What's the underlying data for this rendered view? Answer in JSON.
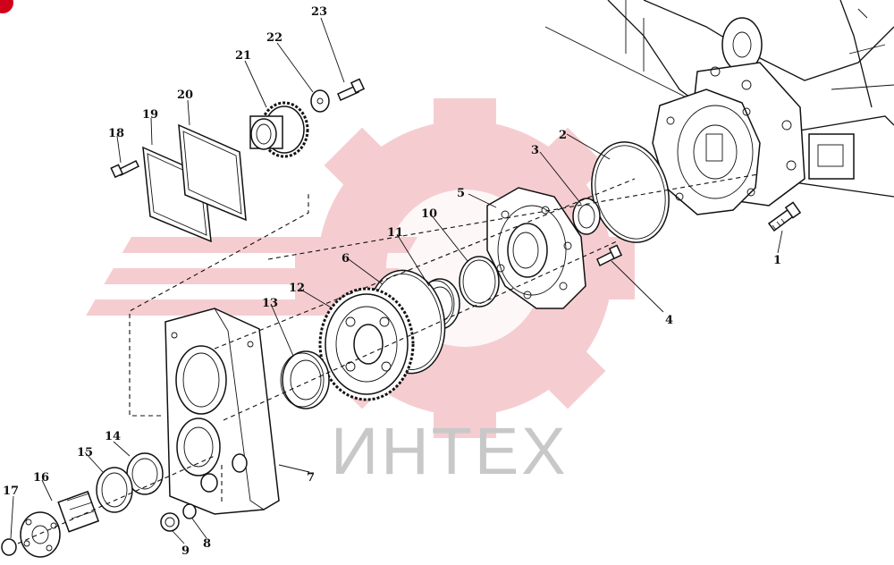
{
  "diagram": {
    "watermark": "ИНТЕХ",
    "colors": {
      "watermark_gear": "#f4c8cc",
      "watermark_text": "#c8c8c8",
      "corner_badge": "#d0021b",
      "ink": "#111111"
    },
    "callouts": [
      "1",
      "2",
      "3",
      "4",
      "5",
      "6",
      "7",
      "8",
      "9",
      "10",
      "11",
      "12",
      "13",
      "14",
      "15",
      "16",
      "17",
      "18",
      "19",
      "20",
      "21",
      "22",
      "23"
    ]
  }
}
